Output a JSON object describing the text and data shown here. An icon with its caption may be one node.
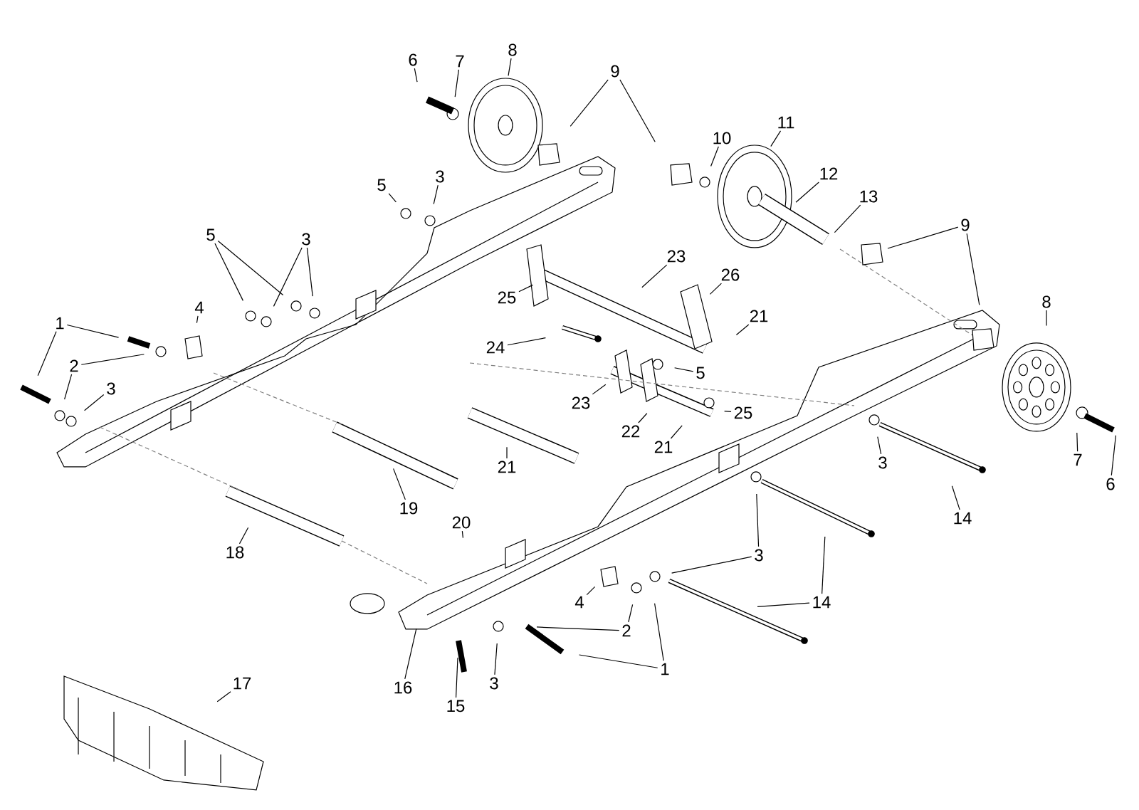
{
  "diagram": {
    "nodes": [
      {
        "text": [
          "1"
        ]
      },
      {
        "text": [
          "2"
        ]
      },
      {
        "text": [
          "3"
        ]
      },
      {
        "text": [
          "4"
        ]
      },
      {
        "text": [
          "5"
        ]
      },
      {
        "text": [
          "3"
        ]
      },
      {
        "text": [
          "5"
        ]
      },
      {
        "text": [
          "3"
        ]
      },
      {
        "text": [
          "6"
        ]
      },
      {
        "text": [
          "7"
        ]
      },
      {
        "text": [
          "8"
        ]
      },
      {
        "text": [
          "9"
        ]
      },
      {
        "text": [
          "10"
        ]
      },
      {
        "text": [
          "11"
        ]
      },
      {
        "text": [
          "12"
        ]
      },
      {
        "text": [
          "13"
        ]
      },
      {
        "text": [
          "9"
        ]
      },
      {
        "text": [
          "8"
        ]
      },
      {
        "text": [
          "7"
        ]
      },
      {
        "text": [
          "6"
        ]
      },
      {
        "text": [
          "23"
        ]
      },
      {
        "text": [
          "26"
        ]
      },
      {
        "text": [
          "21"
        ]
      },
      {
        "text": [
          "25"
        ]
      },
      {
        "text": [
          "24"
        ]
      },
      {
        "text": [
          "5"
        ]
      },
      {
        "text": [
          "23"
        ]
      },
      {
        "text": [
          "22"
        ]
      },
      {
        "text": [
          "21"
        ]
      },
      {
        "text": [
          "25"
        ]
      },
      {
        "text": [
          "3"
        ]
      },
      {
        "text": [
          "14"
        ]
      },
      {
        "text": [
          "21"
        ]
      },
      {
        "text": [
          "19"
        ]
      },
      {
        "text": [
          "18"
        ]
      },
      {
        "text": [
          "20"
        ]
      },
      {
        "text": [
          "3"
        ]
      },
      {
        "text": [
          "14"
        ]
      },
      {
        "text": [
          "4"
        ]
      },
      {
        "text": [
          "2"
        ]
      },
      {
        "text": [
          "1"
        ]
      },
      {
        "text": [
          "16"
        ]
      },
      {
        "text": [
          "3"
        ]
      },
      {
        "text": [
          "15"
        ]
      },
      {
        "text": [
          "17"
        ]
      }
    ],
    "edges": [
      {
        "from": 0,
        "to": null,
        "arrow": "none"
      },
      {
        "from": 0,
        "to": null,
        "arrow": "none"
      },
      {
        "from": 1,
        "to": null,
        "arrow": "none"
      },
      {
        "from": 1,
        "to": null,
        "arrow": "none"
      },
      {
        "from": 2,
        "to": null,
        "arrow": "none"
      },
      {
        "from": 3,
        "to": null,
        "arrow": "none"
      },
      {
        "from": 4,
        "to": null,
        "arrow": "none"
      },
      {
        "from": 4,
        "to": null,
        "arrow": "none"
      },
      {
        "from": 5,
        "to": null,
        "arrow": "none"
      },
      {
        "from": 5,
        "to": null,
        "arrow": "none"
      },
      {
        "from": 6,
        "to": null,
        "arrow": "none"
      },
      {
        "from": 7,
        "to": null,
        "arrow": "none"
      },
      {
        "from": 8,
        "to": null,
        "arrow": "none"
      },
      {
        "from": 9,
        "to": null,
        "arrow": "none"
      },
      {
        "from": 10,
        "to": null,
        "arrow": "none"
      },
      {
        "from": 11,
        "to": null,
        "arrow": "none"
      },
      {
        "from": 11,
        "to": null,
        "arrow": "none"
      },
      {
        "from": 12,
        "to": null,
        "arrow": "none"
      },
      {
        "from": 13,
        "to": null,
        "arrow": "none"
      },
      {
        "from": 14,
        "to": null,
        "arrow": "none"
      },
      {
        "from": 15,
        "to": null,
        "arrow": "none"
      },
      {
        "from": 16,
        "to": null,
        "arrow": "none"
      },
      {
        "from": 16,
        "to": null,
        "arrow": "none"
      },
      {
        "from": 17,
        "to": null,
        "arrow": "none"
      },
      {
        "from": 18,
        "to": null,
        "arrow": "none"
      },
      {
        "from": 19,
        "to": null,
        "arrow": "none"
      },
      {
        "from": 20,
        "to": null,
        "arrow": "none"
      },
      {
        "from": 21,
        "to": null,
        "arrow": "none"
      },
      {
        "from": 22,
        "to": null,
        "arrow": "none"
      },
      {
        "from": 23,
        "to": null,
        "arrow": "none"
      },
      {
        "from": 24,
        "to": null,
        "arrow": "none"
      },
      {
        "from": 25,
        "to": null,
        "arrow": "none"
      },
      {
        "from": 26,
        "to": null,
        "arrow": "none"
      },
      {
        "from": 27,
        "to": null,
        "arrow": "none"
      },
      {
        "from": 28,
        "to": null,
        "arrow": "none"
      },
      {
        "from": 29,
        "to": null,
        "arrow": "none"
      },
      {
        "from": 30,
        "to": null,
        "arrow": "none"
      },
      {
        "from": 31,
        "to": null,
        "arrow": "none"
      },
      {
        "from": 32,
        "to": null,
        "arrow": "none"
      },
      {
        "from": 33,
        "to": null,
        "arrow": "none"
      },
      {
        "from": 34,
        "to": null,
        "arrow": "none"
      },
      {
        "from": 35,
        "to": null,
        "arrow": "none"
      },
      {
        "from": 36,
        "to": null,
        "arrow": "none"
      },
      {
        "from": 36,
        "to": null,
        "arrow": "none"
      },
      {
        "from": 37,
        "to": null,
        "arrow": "none"
      },
      {
        "from": 37,
        "to": null,
        "arrow": "none"
      },
      {
        "from": 38,
        "to": null,
        "arrow": "none"
      },
      {
        "from": 39,
        "to": null,
        "arrow": "none"
      },
      {
        "from": 39,
        "to": null,
        "arrow": "none"
      },
      {
        "from": 40,
        "to": null,
        "arrow": "none"
      },
      {
        "from": 40,
        "to": null,
        "arrow": "none"
      },
      {
        "from": 41,
        "to": null,
        "arrow": "none"
      },
      {
        "from": 42,
        "to": null,
        "arrow": "none"
      },
      {
        "from": 43,
        "to": null,
        "arrow": "none"
      },
      {
        "from": 44,
        "to": null,
        "arrow": "none"
      }
    ]
  }
}
